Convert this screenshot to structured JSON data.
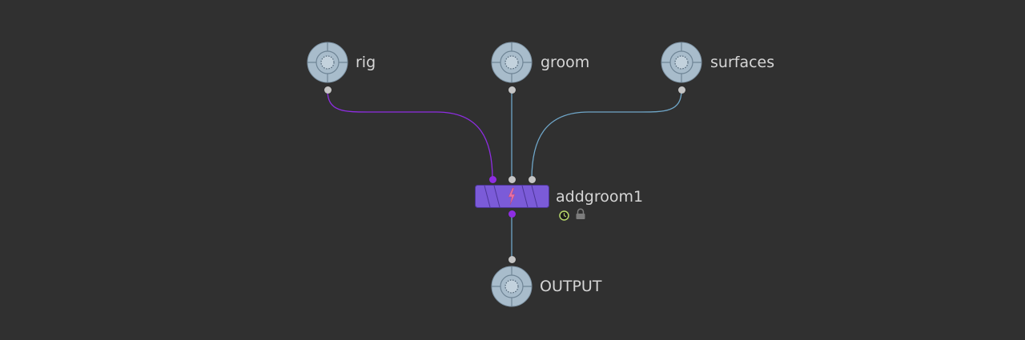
{
  "network": {
    "nodes": {
      "rig": {
        "label": "rig",
        "icon": "null-node-icon"
      },
      "groom": {
        "label": "groom",
        "icon": "null-node-icon"
      },
      "surfaces": {
        "label": "surfaces",
        "icon": "null-node-icon"
      },
      "addgroom": {
        "label": "addgroom1",
        "icon": "lightning-icon"
      },
      "output": {
        "label": "OUTPUT",
        "icon": "null-node-icon"
      }
    },
    "badges": [
      "clock-icon",
      "lock-icon"
    ],
    "colors": {
      "background": "#303030",
      "null_node_fill": "#a8bccb",
      "addgroom_fill": "#7b5bd8",
      "wire_purple": "#8e2de2",
      "wire_blue": "#6fa6c8",
      "port_grey": "#c5c5c5",
      "label_text": "#d6d6d6"
    }
  }
}
